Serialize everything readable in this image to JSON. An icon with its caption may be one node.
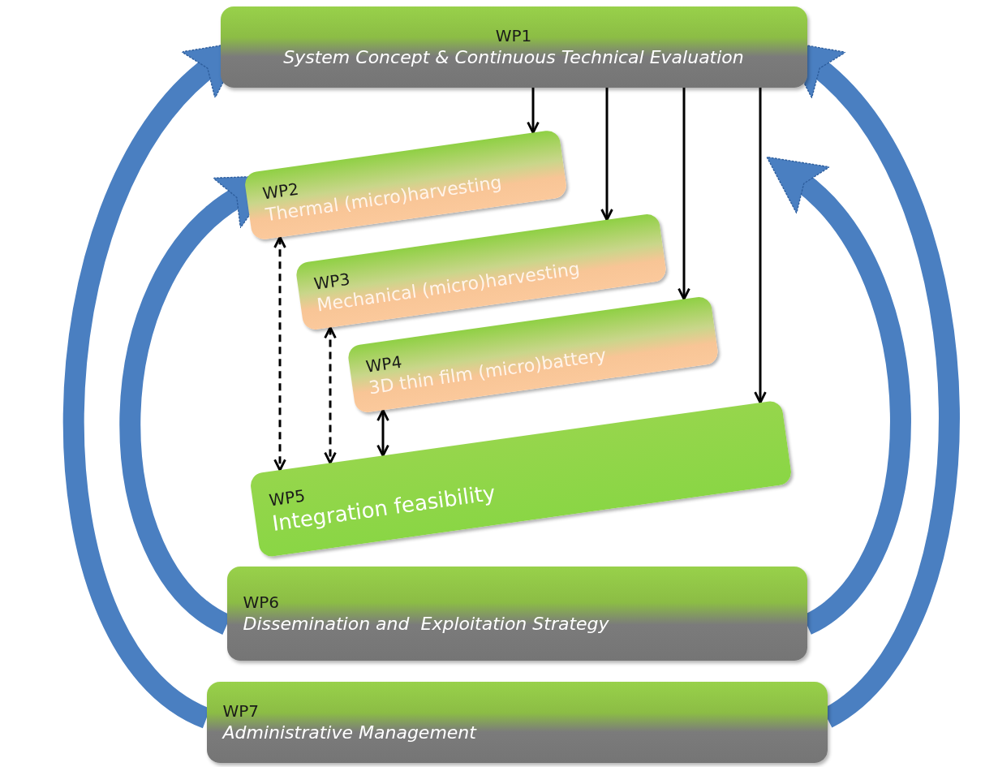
{
  "diagram": {
    "nodes": [
      {
        "text": [
          "WP1",
          "System Concept & Continuous Technical Evaluation"
        ]
      },
      {
        "text": [
          "WP2",
          "Thermal (micro)harvesting"
        ]
      },
      {
        "text": [
          "WP3",
          "Mechanical (micro)harvesting"
        ]
      },
      {
        "text": [
          "WP4",
          "3D thin film (micro)battery"
        ]
      },
      {
        "text": [
          "WP5",
          "Integration feasibility"
        ]
      },
      {
        "text": [
          "WP6",
          "Dissemination and  Exploitation Strategy"
        ]
      },
      {
        "text": [
          "WP7",
          "Administrative Management"
        ]
      }
    ],
    "edges": [
      {
        "from": 0,
        "to": 1,
        "arrow": "to"
      },
      {
        "from": 0,
        "to": 2,
        "arrow": "to"
      },
      {
        "from": 0,
        "to": 3,
        "arrow": "to"
      },
      {
        "from": 0,
        "to": 4,
        "arrow": "to"
      },
      {
        "from": 1,
        "to": 4,
        "arrow": "both",
        "style": "dashed"
      },
      {
        "from": 2,
        "to": 4,
        "arrow": "both",
        "style": "dashed"
      },
      {
        "from": 3,
        "to": 4,
        "arrow": "both"
      },
      {
        "from": 6,
        "to": 0,
        "arrow": "to",
        "style": "thick",
        "color": "#4a7fc1"
      },
      {
        "from": 5,
        "to": 1,
        "arrow": "to",
        "style": "thick",
        "color": "#4a7fc1"
      },
      {
        "from": 5,
        "to": null,
        "arrow": "to",
        "style": "thick",
        "color": "#4a7fc1"
      },
      {
        "from": 6,
        "to": 0,
        "arrow": "to",
        "style": "thick",
        "color": "#4a7fc1"
      }
    ]
  }
}
